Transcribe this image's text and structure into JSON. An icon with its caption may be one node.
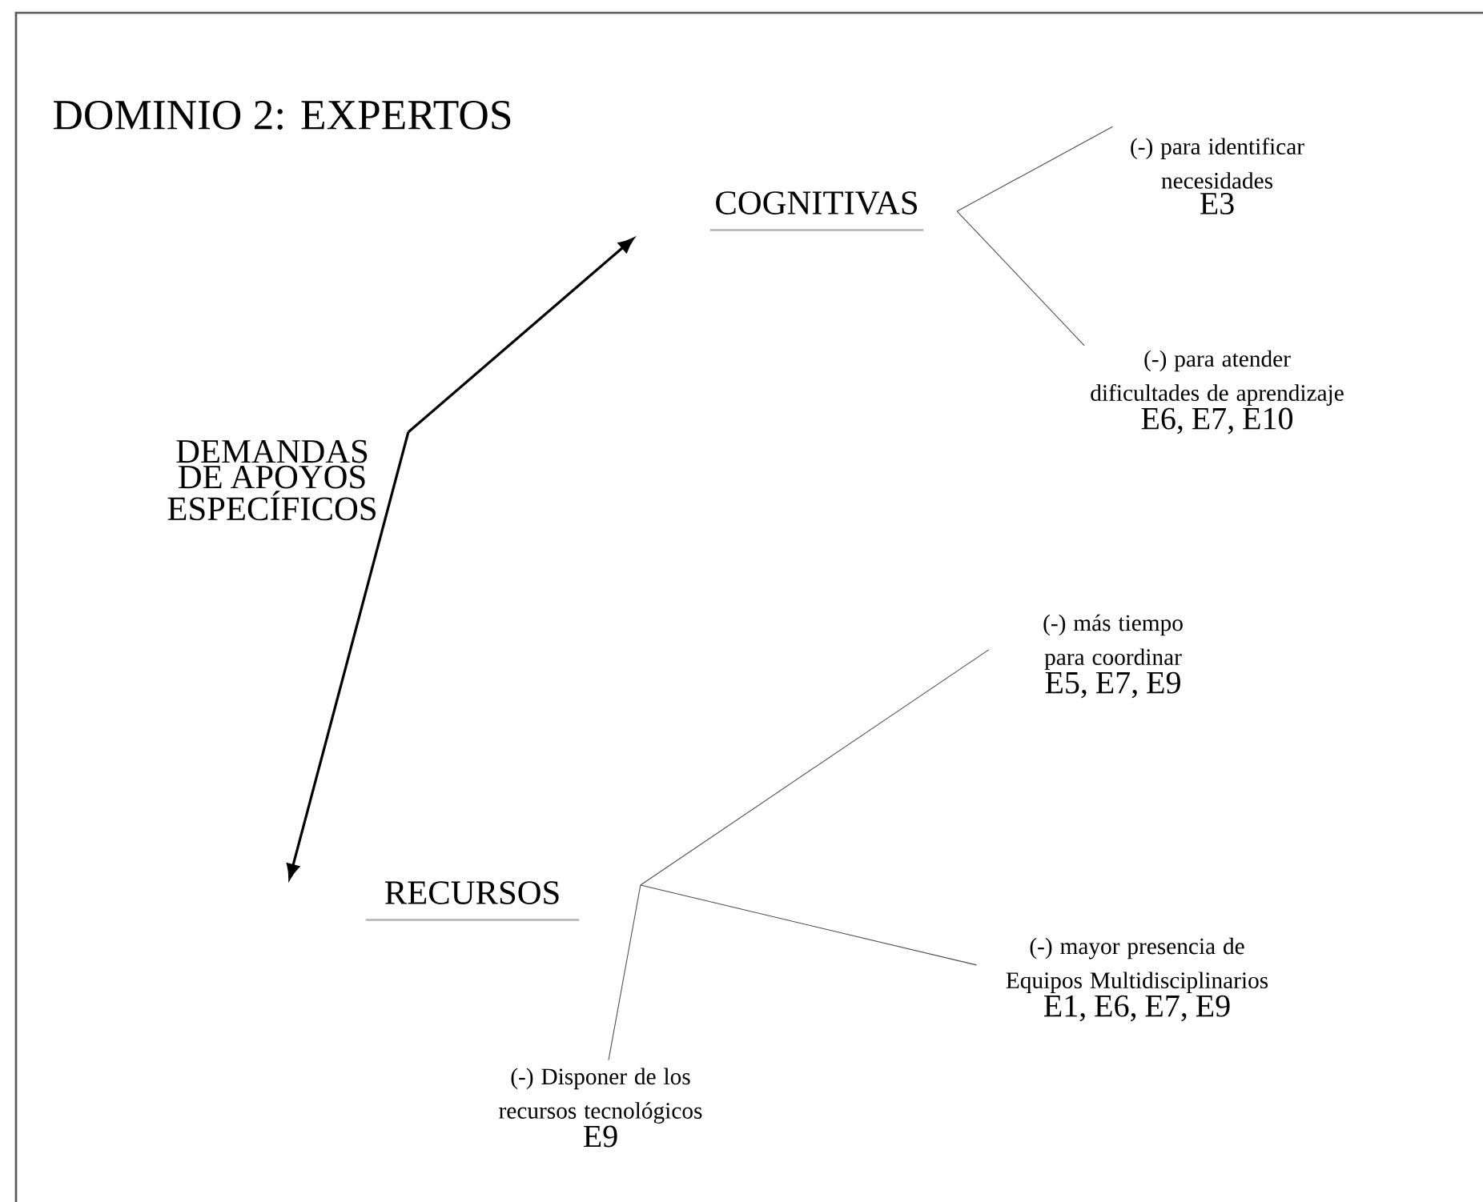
{
  "diagram": {
    "title": "DOMINIO 2: EXPERTOS",
    "nodes": [
      {
        "text": [
          "DEMANDAS DE APOYOS ESPECÍFICOS"
        ]
      },
      {
        "text": [
          "COGNITIVAS"
        ]
      },
      {
        "text": [
          "(-) para identificar necesidades",
          "E3"
        ]
      },
      {
        "text": [
          "(-) para atender dificultades de aprendizaje",
          "E6, E7, E10"
        ]
      },
      {
        "text": [
          "RECURSOS"
        ]
      },
      {
        "text": [
          "(-) más tiempo para coordinar",
          "E5, E7, E9"
        ]
      },
      {
        "text": [
          "(-) mayor presencia de Equipos Multidisciplinarios",
          "E1, E6, E7, E9"
        ]
      },
      {
        "text": [
          "(-) Disponer de los recursos tecnológicos",
          "E9"
        ]
      }
    ],
    "edges": [
      {
        "from": 0,
        "to": 1,
        "arrow": "to"
      },
      {
        "from": 0,
        "to": 4,
        "arrow": "to"
      },
      {
        "from": 1,
        "to": 2,
        "arrow": "none"
      },
      {
        "from": 1,
        "to": 3,
        "arrow": "none"
      },
      {
        "from": 4,
        "to": 5,
        "arrow": "none"
      },
      {
        "from": 4,
        "to": 6,
        "arrow": "none"
      },
      {
        "from": 4,
        "to": 7,
        "arrow": "none"
      }
    ]
  }
}
